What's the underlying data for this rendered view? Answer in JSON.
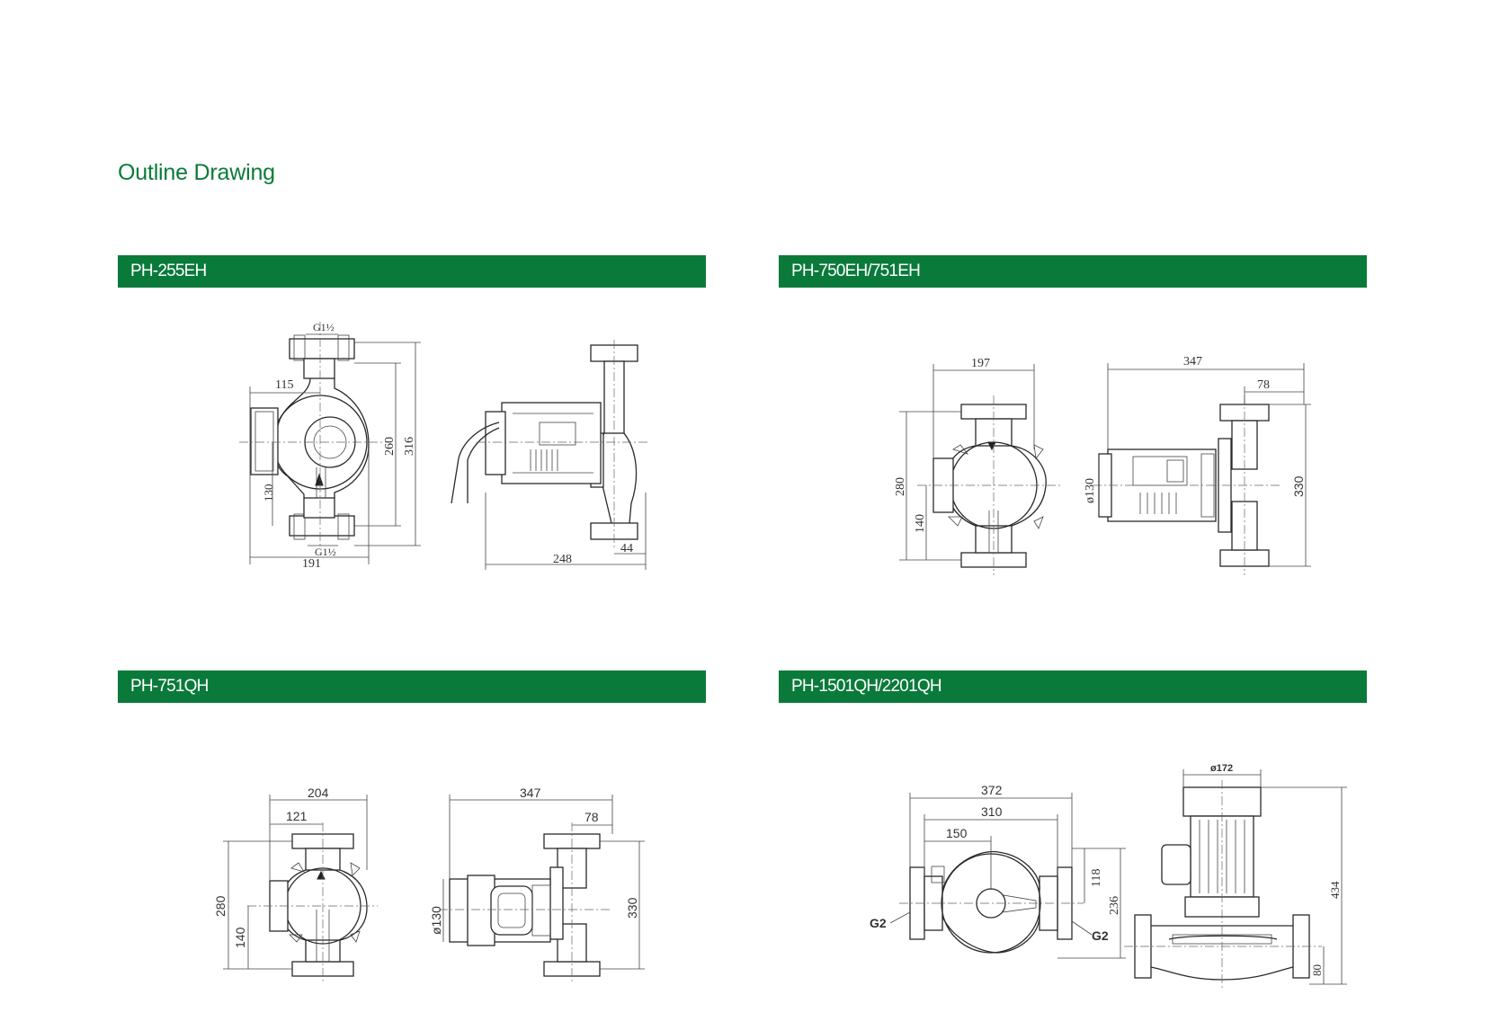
{
  "page": {
    "title": "Outline Drawing"
  },
  "sections": [
    {
      "model": "PH-255EH",
      "dims": {
        "top_thread": "G1½",
        "bottom_thread": "G1½",
        "d115": "115",
        "d191": "191",
        "d130": "130",
        "d260": "260",
        "d316": "316",
        "d248": "248",
        "d44": "44"
      }
    },
    {
      "model": "PH-750EH/751EH",
      "dims": {
        "d197": "197",
        "d280": "280",
        "d140": "140",
        "d347": "347",
        "d78": "78",
        "d130": "ø130",
        "d330": "330"
      }
    },
    {
      "model": "PH-751QH",
      "dims": {
        "d204": "204",
        "d121": "121",
        "d280": "280",
        "d140": "140",
        "d347": "347",
        "d78": "78",
        "d130": "ø130",
        "d330": "330"
      }
    },
    {
      "model": "PH-1501QH/2201QH",
      "dims": {
        "d372": "372",
        "d310": "310",
        "d150": "150",
        "d118": "118",
        "d236": "236",
        "g2_left": "G2",
        "g2_right": "G2",
        "d172": "ø172",
        "d434": "434",
        "d80": "80"
      }
    }
  ],
  "colors": {
    "brand_green": "#0a7a3a",
    "title_green": "#0b7b3a"
  }
}
